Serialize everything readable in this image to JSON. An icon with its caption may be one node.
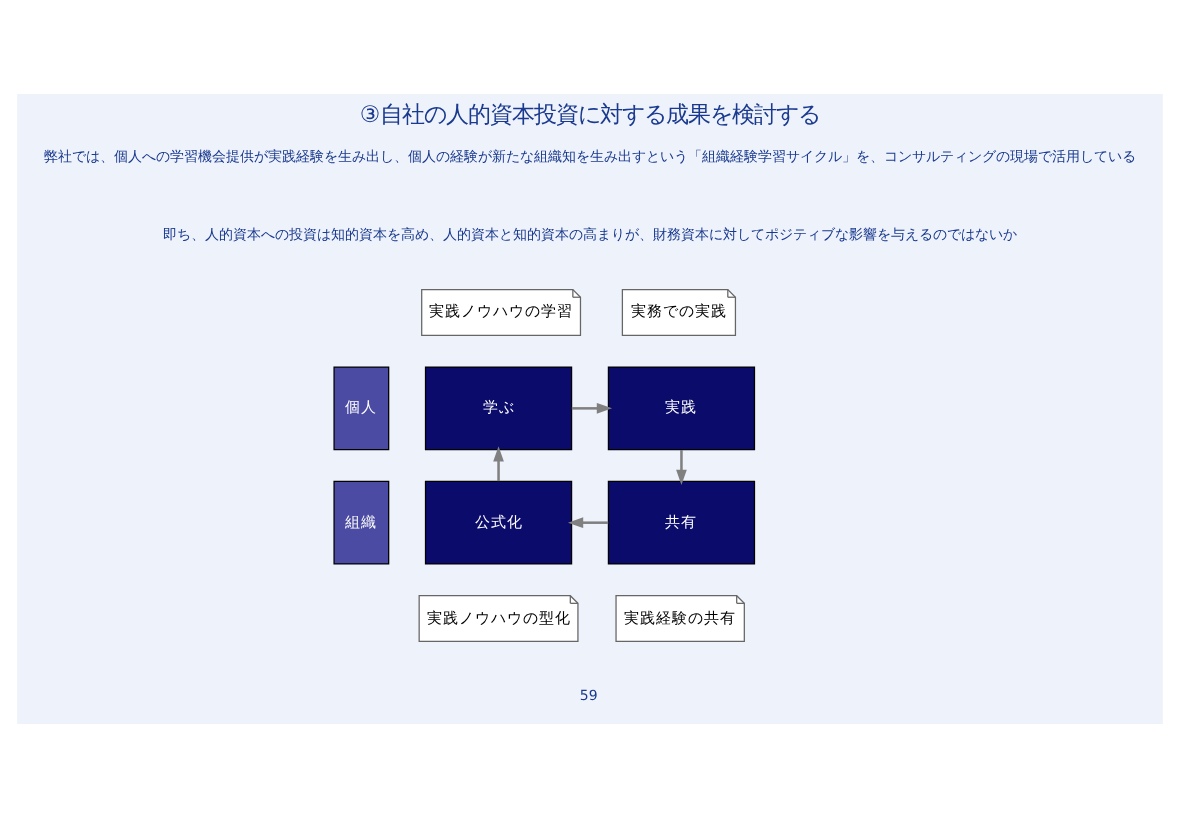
{
  "diagram": {
    "title": "③自社の人的資本投資に対する成果を検討する",
    "nodes": [
      {
        "text": [
          "個人"
        ]
      },
      {
        "text": [
          "組織"
        ]
      },
      {
        "text": [
          "学ぶ"
        ]
      },
      {
        "text": [
          "実践"
        ]
      },
      {
        "text": [
          "共有"
        ]
      },
      {
        "text": [
          "公式化"
        ]
      },
      {
        "text": [
          "実践ノウハウの学習"
        ]
      },
      {
        "text": [
          "実務での実践"
        ]
      },
      {
        "text": [
          "実践ノウハウの型化"
        ]
      },
      {
        "text": [
          "実践経験の共有"
        ]
      }
    ],
    "edges": [
      {
        "from": 2,
        "to": 3,
        "arrow": "to"
      },
      {
        "from": 3,
        "to": 4,
        "arrow": "to"
      },
      {
        "from": 4,
        "to": 5,
        "arrow": "to"
      },
      {
        "from": 5,
        "to": 2,
        "arrow": "to"
      }
    ],
    "labels": [
      "弊社では、個人への学習機会提供が実践経験を生み出し、個人の経験が新たな組織知を生み出すという「組織経験学習サイクル」を、コンサルティングの現場で活用している",
      "即ち、人的資本への投資は知的資本を高め、人的資本と知的資本の高まりが、財務資本に対してポジティブな影響を与えるのではないか",
      "59"
    ]
  }
}
